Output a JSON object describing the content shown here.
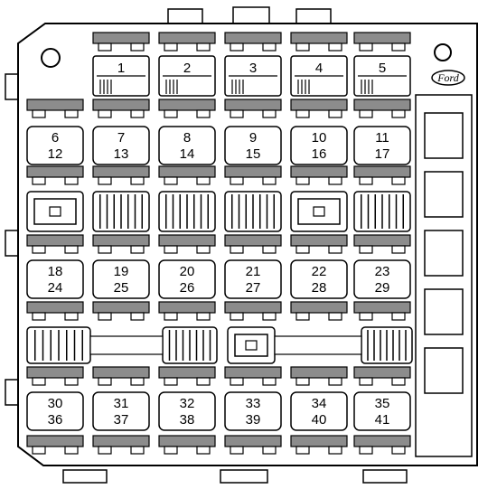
{
  "brand_logo": "Ford",
  "top_relays": [
    "1",
    "2",
    "3",
    "4",
    "5"
  ],
  "fuse_cells": [
    {
      "top": "6",
      "bottom": "12"
    },
    {
      "top": "7",
      "bottom": "13"
    },
    {
      "top": "8",
      "bottom": "14"
    },
    {
      "top": "9",
      "bottom": "15"
    },
    {
      "top": "10",
      "bottom": "16"
    },
    {
      "top": "11",
      "bottom": "17"
    },
    {
      "top": "18",
      "bottom": "24"
    },
    {
      "top": "19",
      "bottom": "25"
    },
    {
      "top": "20",
      "bottom": "26"
    },
    {
      "top": "21",
      "bottom": "27"
    },
    {
      "top": "22",
      "bottom": "28"
    },
    {
      "top": "23",
      "bottom": "29"
    },
    {
      "top": "30",
      "bottom": "36"
    },
    {
      "top": "31",
      "bottom": "37"
    },
    {
      "top": "32",
      "bottom": "38"
    },
    {
      "top": "33",
      "bottom": "39"
    },
    {
      "top": "34",
      "bottom": "40"
    },
    {
      "top": "35",
      "bottom": "41"
    }
  ],
  "colors": {
    "outline": "#000000",
    "fuse_terminal": "#8c8c8c",
    "background": "#ffffff"
  }
}
